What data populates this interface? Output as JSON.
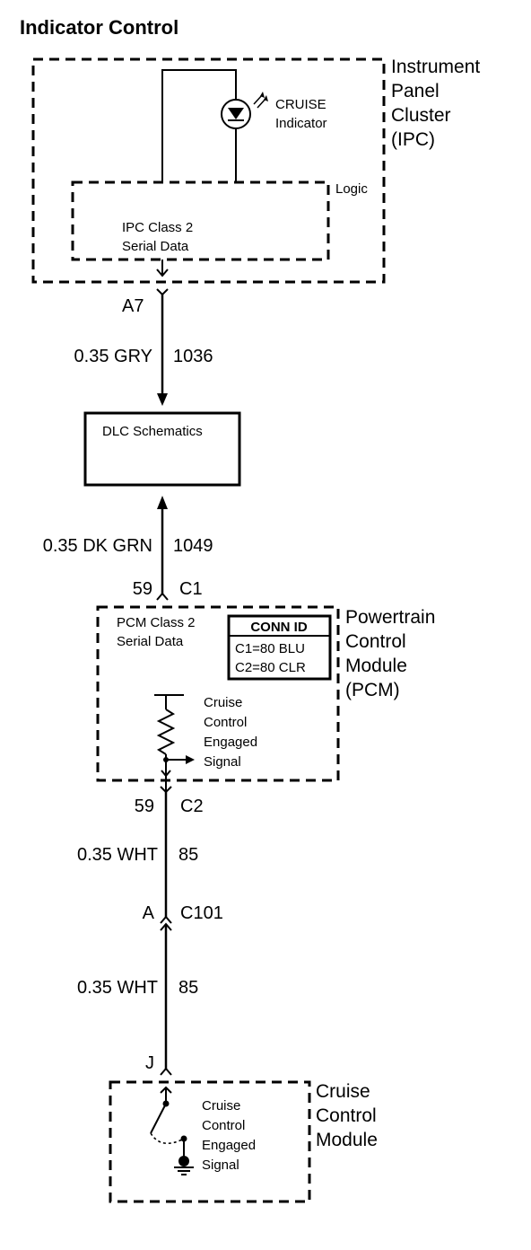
{
  "title": "Indicator Control",
  "ipc": {
    "name_lines": [
      "Instrument",
      "Panel",
      "Cluster",
      "(IPC)"
    ],
    "indicator_lines": [
      "CRUISE",
      "Indicator"
    ],
    "logic_label": "Logic",
    "serial_lines": [
      "IPC Class 2",
      "Serial Data"
    ]
  },
  "wire_ipc_dlc": {
    "pin": "A7",
    "gauge_color": "0.35 GRY",
    "circuit": "1036"
  },
  "dlc": {
    "label": "DLC Schematics"
  },
  "wire_dlc_pcm": {
    "gauge_color": "0.35 DK GRN",
    "circuit": "1049",
    "pin": "59",
    "connector": "C1"
  },
  "pcm": {
    "name_lines": [
      "Powertrain",
      "Control",
      "Module",
      "(PCM)"
    ],
    "serial_lines": [
      "PCM Class 2",
      "Serial Data"
    ],
    "conn_id": {
      "header": "CONN ID",
      "rows": [
        "C1=80 BLU",
        "C2=80 CLR"
      ]
    },
    "signal_lines": [
      "Cruise",
      "Control",
      "Engaged",
      "Signal"
    ]
  },
  "wire_pcm_c101": {
    "pin": "59",
    "connector": "C2",
    "gauge_color": "0.35 WHT",
    "circuit": "85"
  },
  "inline_connector": {
    "pin": "A",
    "connector": "C101"
  },
  "wire_c101_ccm": {
    "gauge_color": "0.35 WHT",
    "circuit": "85",
    "pin": "J"
  },
  "ccm": {
    "name_lines": [
      "Cruise",
      "Control",
      "Module"
    ],
    "signal_lines": [
      "Cruise",
      "Control",
      "Engaged",
      "Signal"
    ]
  }
}
